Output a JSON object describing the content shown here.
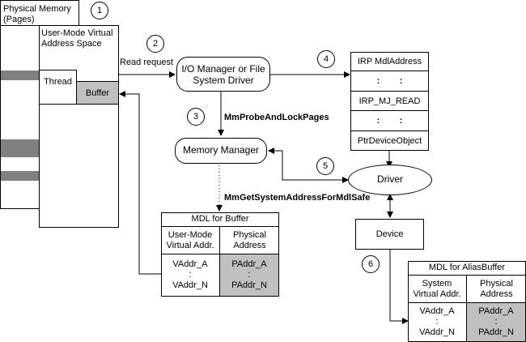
{
  "physical_memory": {
    "label": "Physical Memory\n(Pages)"
  },
  "user_space": {
    "label": "User-Mode Virtual\nAddress Space",
    "thread": "Thread",
    "buffer": "Buffer"
  },
  "io_manager": {
    "label": "I/O Manager or File\nSystem Driver"
  },
  "memory_manager": {
    "label": "Memory Manager"
  },
  "driver": {
    "label": "Driver"
  },
  "device": {
    "label": "Device"
  },
  "irp": {
    "rows": [
      "IRP MdlAddress",
      ":        :",
      "IRP_MJ_READ",
      ":        :",
      "PtrDeviceObject"
    ]
  },
  "edges": {
    "read_request": "Read request",
    "probe": "MmProbeAndLockPages",
    "sysaddr": "MmGetSystemAddressForMdlSafe"
  },
  "steps": [
    "1",
    "2",
    "3",
    "4",
    "5",
    "6"
  ],
  "mdl_buffer": {
    "title": "MDL for Buffer",
    "col1": "User-Mode\nVirtual Addr.",
    "col2": "Physical\nAddress",
    "val1": "VAddr_A\n:\nVAddr_N",
    "val2": "PAddr_A\n:\nPAddr_N"
  },
  "mdl_alias": {
    "title": "MDL for AliasBuffer",
    "col1": "System\nVirtual Addr.",
    "col2": "Physical\nAddress",
    "val1": "VAddr_A\n:\nVAddr_N",
    "val2": "PAddr_A\n:\nPAddr_N"
  },
  "colors": {
    "page_used": "#808080",
    "highlight": "#c0c0c0"
  }
}
